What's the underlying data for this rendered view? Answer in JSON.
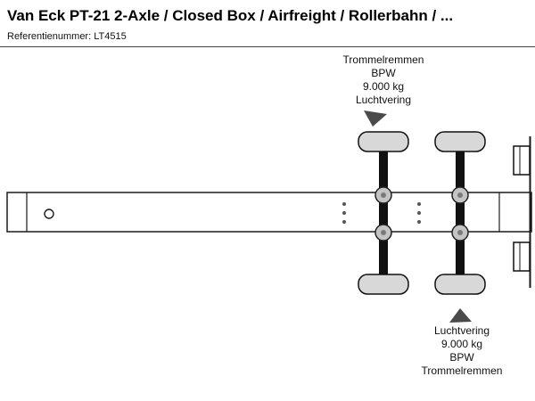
{
  "header": {
    "title": "Van Eck PT-21 2-Axle / Closed Box / Airfreight / Rollerbahn / ...",
    "reference": "Referentienummer: LT4515"
  },
  "annotations": {
    "front_axle": {
      "lines": [
        "Trommelremmen",
        "BPW",
        "9.000 kg",
        "Luchtvering"
      ]
    },
    "rear_axle": {
      "lines": [
        "Luchtvering",
        "9.000 kg",
        "BPW",
        "Trommelremmen"
      ]
    }
  },
  "diagram": {
    "type": "trailer-chassis-top-view-schematic",
    "axle_count": 2
  },
  "colors": {
    "line": "#1a1a1a",
    "wheel_fill": "#d8d8d8",
    "bellow_fill": "#c4c4c4",
    "arrow": "#4a4a4a",
    "background": "#ffffff"
  }
}
